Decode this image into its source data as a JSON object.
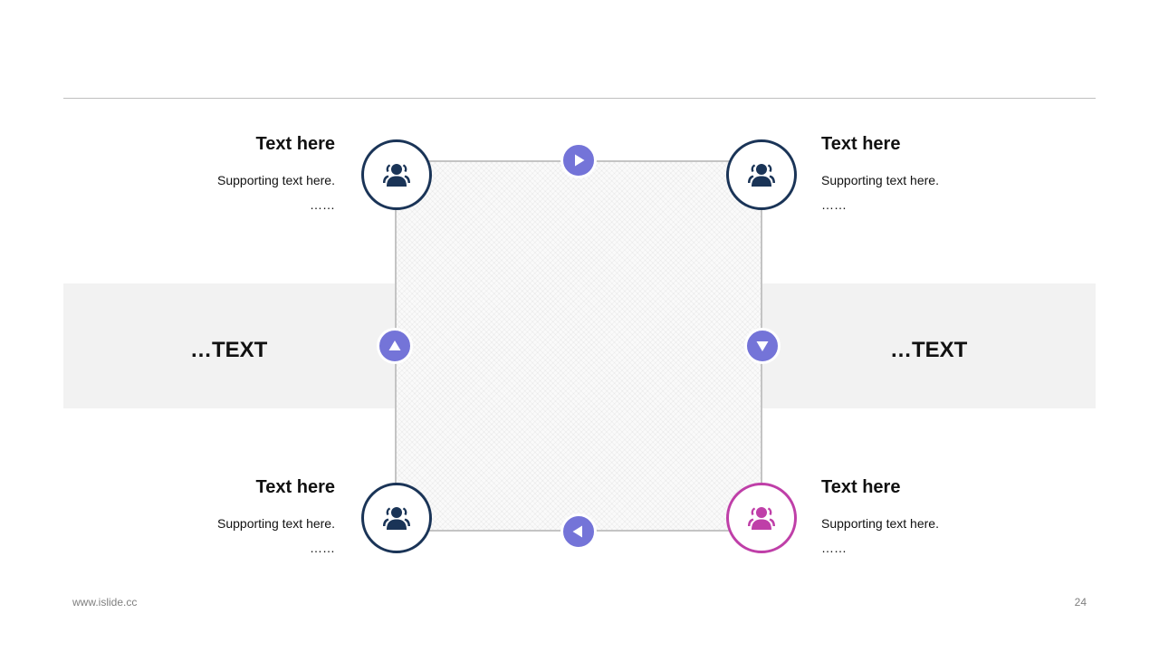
{
  "colors": {
    "node_border": "#1a3457",
    "node_accent": "#bf3fa8",
    "arrow_fill": "#7474d8",
    "band_fill": "#f2f2f2"
  },
  "icons": {
    "node": "users-icon",
    "arrows": [
      "arrow-right-icon",
      "arrow-down-icon",
      "arrow-left-icon",
      "arrow-up-icon"
    ]
  },
  "bands": {
    "left_text": "…TEXT",
    "right_text": "…TEXT"
  },
  "items": [
    {
      "title": "Text here",
      "subtitle": "Supporting text here.",
      "more": "……"
    },
    {
      "title": "Text here",
      "subtitle": "Supporting text here.",
      "more": "……"
    },
    {
      "title": "Text here",
      "subtitle": "Supporting text here.",
      "more": "……"
    },
    {
      "title": "Text here",
      "subtitle": "Supporting text here.",
      "more": "……"
    }
  ],
  "footer": {
    "website": "www.islide.cc",
    "page_number": "24"
  }
}
